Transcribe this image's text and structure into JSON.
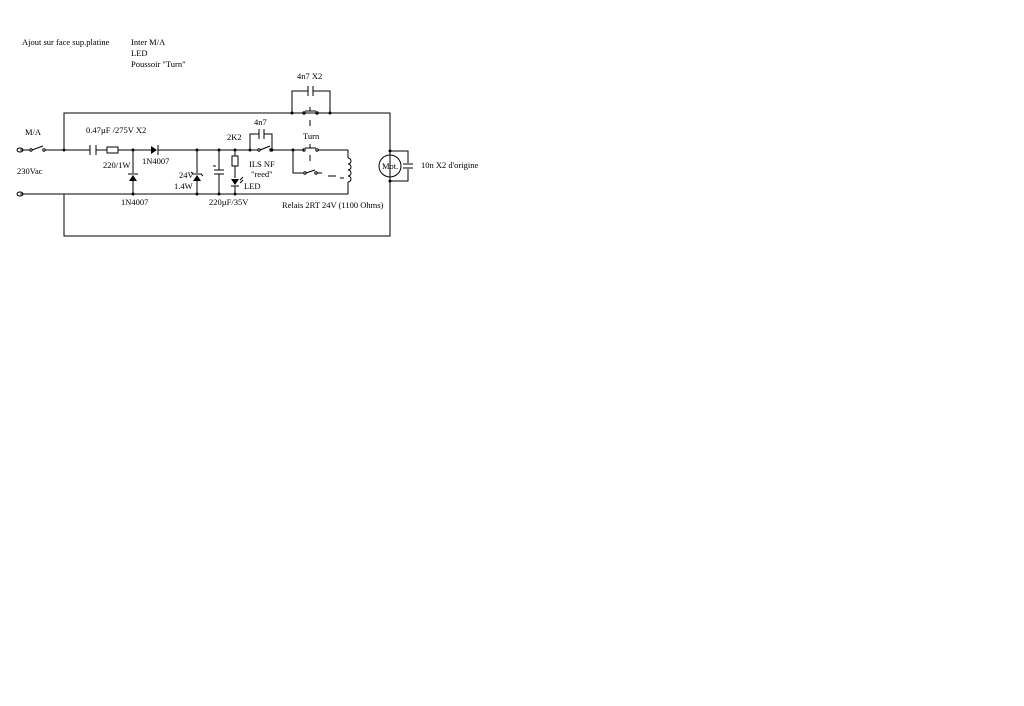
{
  "notes": {
    "heading": "Ajout sur face sup.platine",
    "items": [
      "Inter M/A",
      "LED",
      "Poussoir \"Turn\""
    ]
  },
  "labels": {
    "ma": "M/A",
    "mains": "230Vac",
    "cap_x2": "0.47µF /275V X2",
    "resistor": "220/1W",
    "diode_series": "1N4007",
    "diode_shunt": "1N4007",
    "zener_v": "24V",
    "zener_w": "1.4W",
    "cap_elec": "220µF/35V",
    "res_2k2": "2K2",
    "led": "LED",
    "cap_4n7": "4n7",
    "cap_4n7x2": "4n7 X2",
    "ils_1": "ILS NF",
    "ils_2": "\"reed\"",
    "turn": "Turn",
    "relay": "Relais 2RT 24V (1100 Ohms)",
    "motor": "Mot.",
    "cap_10n": "10n X2 d'origine"
  }
}
